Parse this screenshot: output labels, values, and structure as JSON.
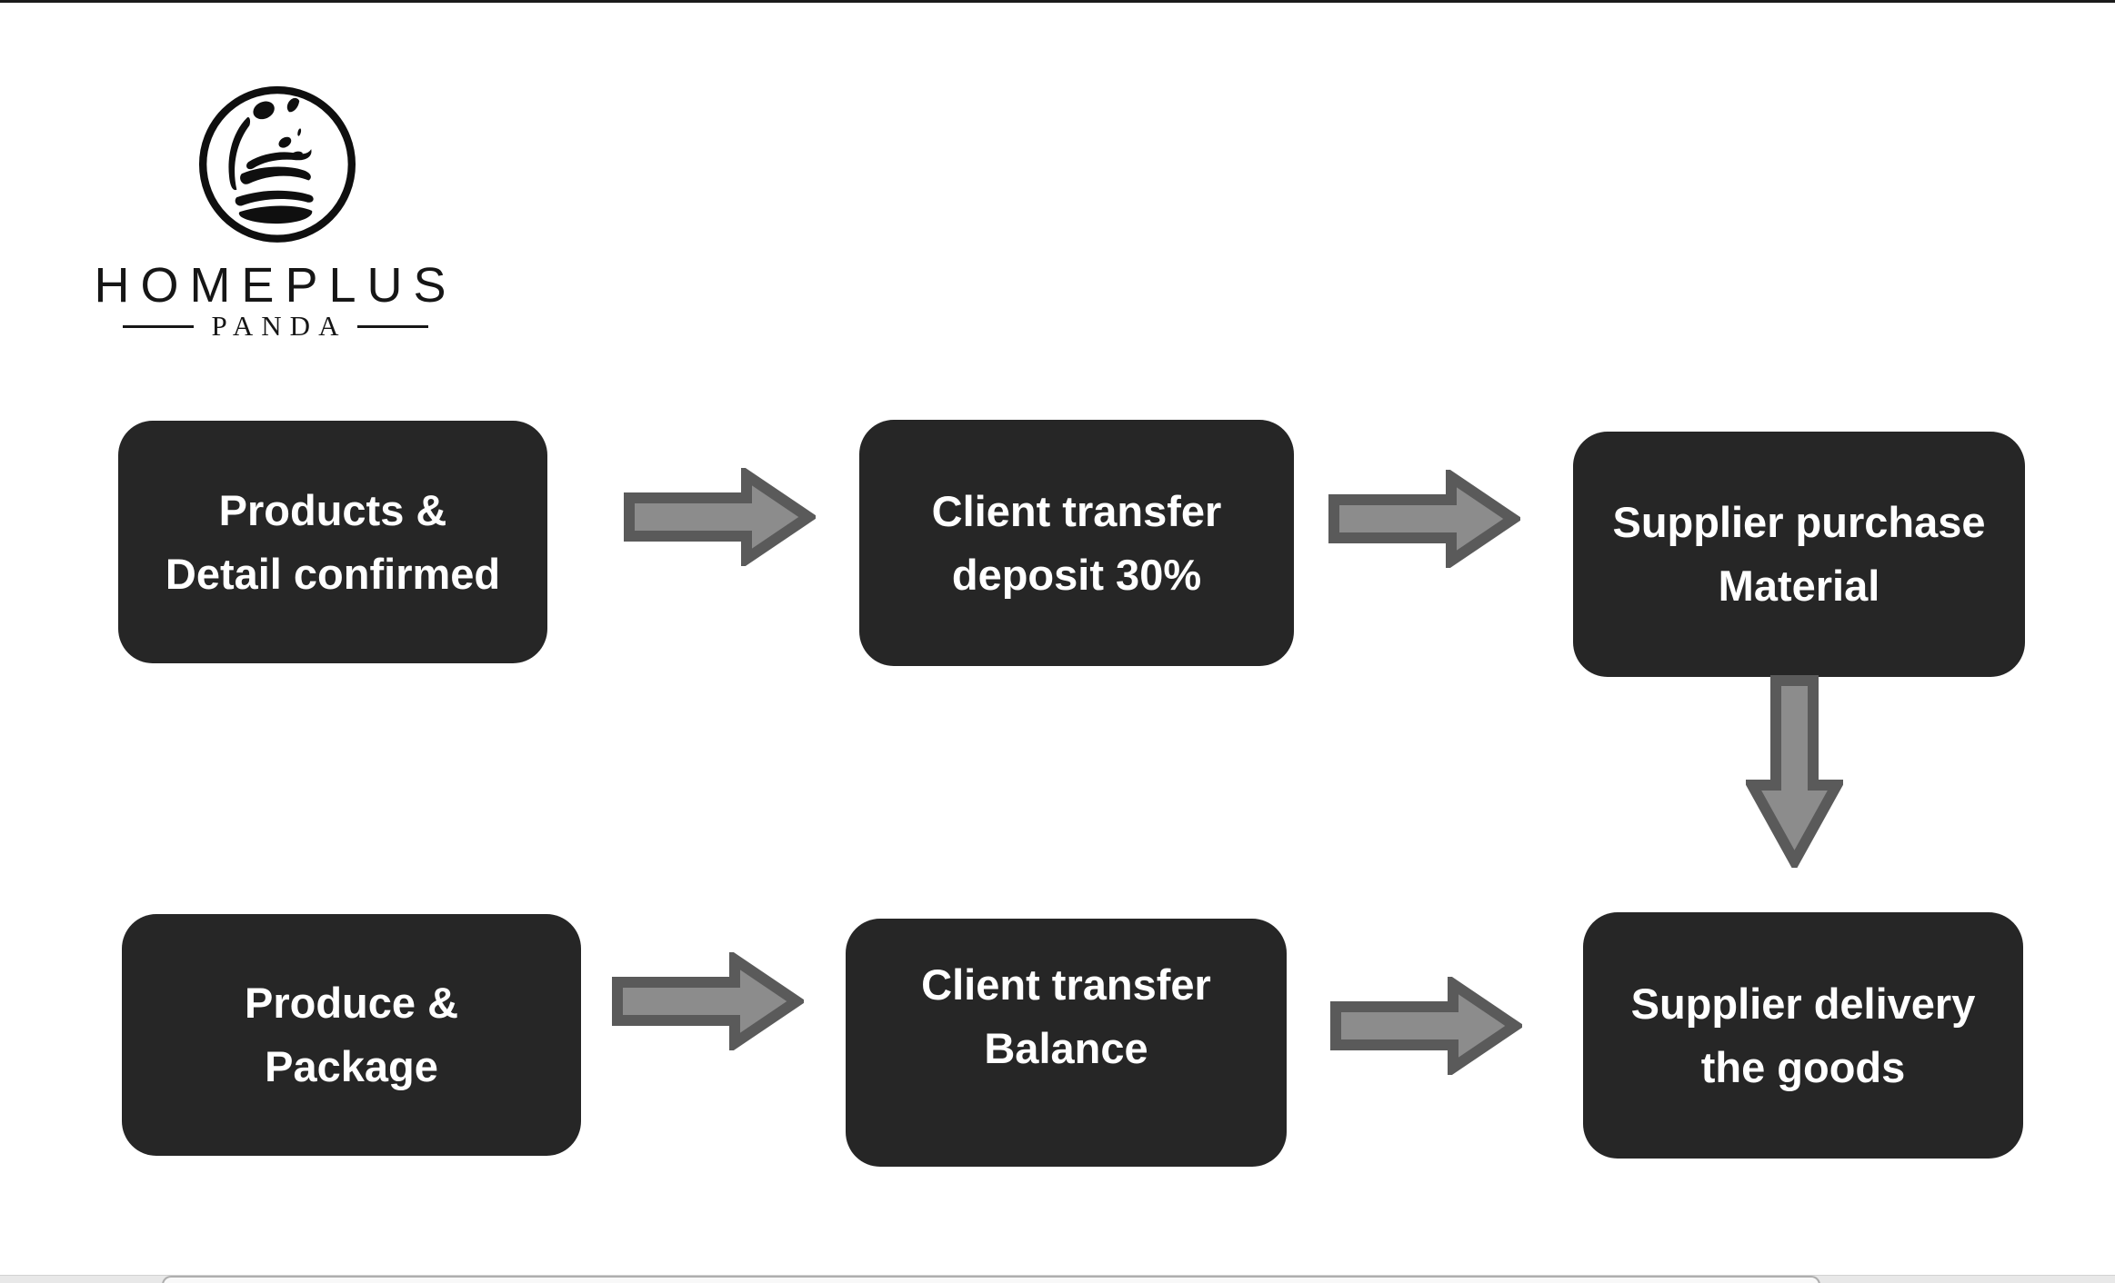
{
  "logo": {
    "brand": "HOMEPLUS",
    "sub_brand": "PANDA",
    "icon": "panda-in-circle",
    "color": "#161616"
  },
  "flowchart": {
    "box_fill": "#262626",
    "box_text_color": "#ffffff",
    "arrow_fill": "#8C8C8C",
    "arrow_border": "#5A5A5A",
    "boxes": [
      {
        "id": "products-detail-confirmed",
        "lines": [
          "Products &",
          "Detail confirmed"
        ]
      },
      {
        "id": "client-transfer-deposit",
        "lines": [
          "Client transfer",
          "deposit 30%"
        ]
      },
      {
        "id": "supplier-purchase-material",
        "lines": [
          "Supplier purchase",
          "Material"
        ]
      },
      {
        "id": "produce-package",
        "lines": [
          "Produce &",
          "Package"
        ]
      },
      {
        "id": "client-transfer-balance",
        "lines": [
          "Client transfer",
          "Balance"
        ]
      },
      {
        "id": "supplier-delivery-goods",
        "lines": [
          "Supplier delivery",
          "the goods"
        ]
      }
    ],
    "connections": [
      {
        "from": "products-detail-confirmed",
        "to": "client-transfer-deposit",
        "direction": "right"
      },
      {
        "from": "client-transfer-deposit",
        "to": "supplier-purchase-material",
        "direction": "right"
      },
      {
        "from": "supplier-purchase-material",
        "to": "supplier-delivery-goods",
        "direction": "down"
      },
      {
        "from": "produce-package",
        "to": "client-transfer-balance",
        "direction": "right"
      },
      {
        "from": "client-transfer-balance",
        "to": "supplier-delivery-goods",
        "direction": "right"
      }
    ]
  }
}
